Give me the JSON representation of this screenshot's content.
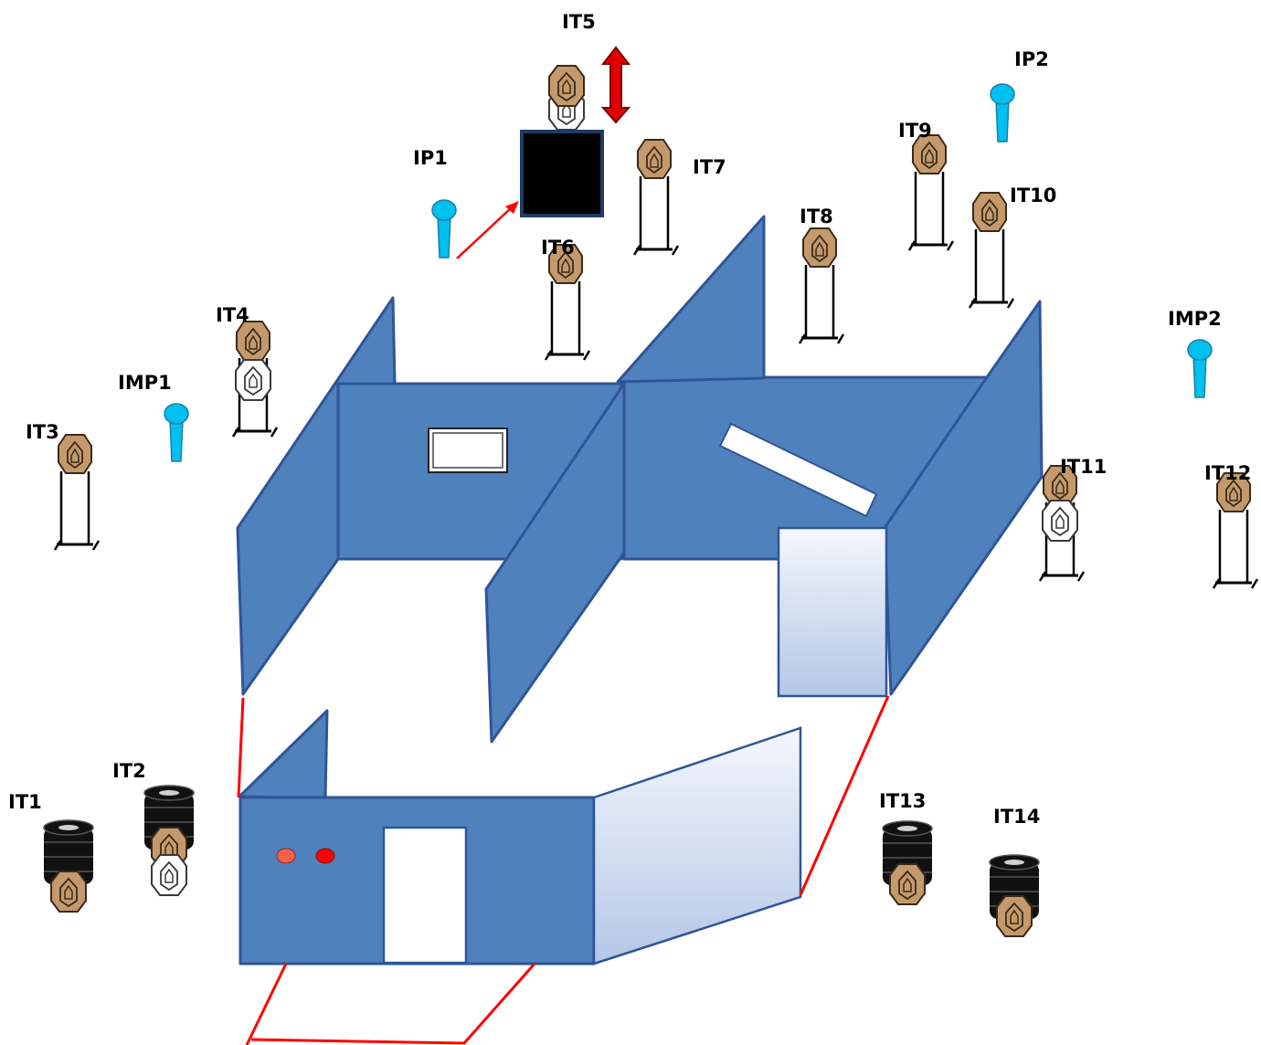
{
  "colors": {
    "wall": "#4f81bd",
    "wall_edge": "#2f5597",
    "target_brown": "#c49a6c",
    "target_outline": "#3a2a1a",
    "marker_cyan": "#00c0f0",
    "tyre_black": "#111111",
    "red_line": "#ff0000",
    "button_light": "#f4624a",
    "button_dark": "#ff0000"
  },
  "labels": {
    "it1": "IT1",
    "it2": "IT2",
    "it3": "IT3",
    "it4": "IT4",
    "it5": "IT5",
    "it6": "IT6",
    "it7": "IT7",
    "it8": "IT8",
    "it9": "IT9",
    "it10": "IT10",
    "it11": "IT11",
    "it12": "IT12",
    "it13": "IT13",
    "it14": "IT14",
    "ip1": "IP1",
    "ip2": "IP2",
    "imp1": "IMP1",
    "imp2": "IMP2"
  },
  "icons": {
    "stand_target": "standing-target-icon",
    "no_shoot_target": "no-shoot-target-icon",
    "tyre_target": "tyre-stack-target-icon",
    "position_marker": "shooting-position-marker-icon",
    "mover": "moving-target-arrow-icon"
  }
}
